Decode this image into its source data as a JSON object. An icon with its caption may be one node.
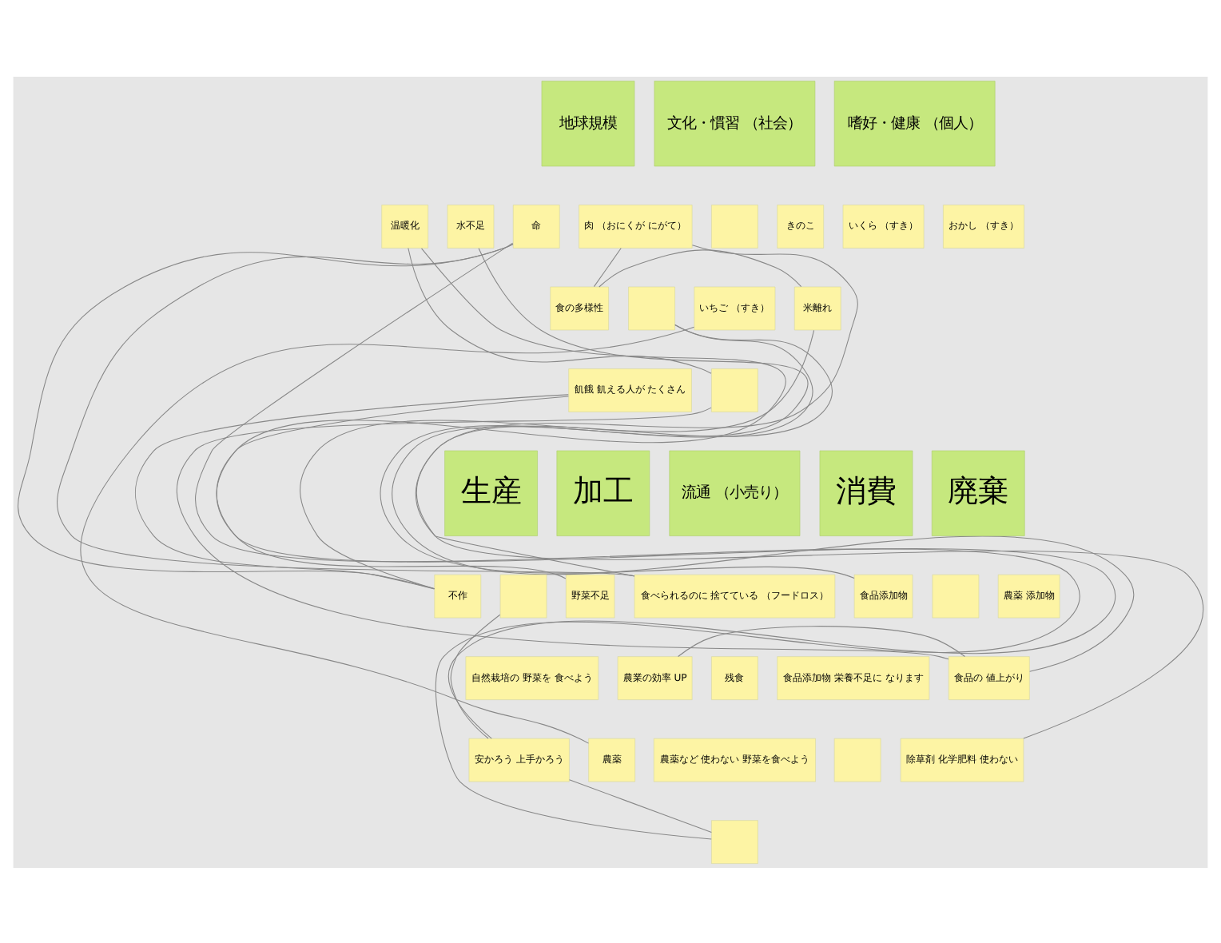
{
  "diagram": {
    "nodes": [
      {
        "text": [
          "地球規模"
        ]
      },
      {
        "text": [
          "文化・慣習 （社会）"
        ]
      },
      {
        "text": [
          "嗜好・健康 （個人）"
        ]
      },
      {
        "text": [
          "温暖化"
        ]
      },
      {
        "text": [
          "水不足"
        ]
      },
      {
        "text": [
          "命"
        ]
      },
      {
        "text": [
          "肉 （おにくが にがて）"
        ]
      },
      {
        "text": [],
        "shape": "box"
      },
      {
        "text": [
          "きのこ"
        ]
      },
      {
        "text": [
          "いくら （すき）"
        ]
      },
      {
        "text": [
          "おかし （すき）"
        ]
      },
      {
        "text": [
          "食の多様性"
        ]
      },
      {
        "text": [],
        "shape": "box"
      },
      {
        "text": [
          "いちご （すき）"
        ]
      },
      {
        "text": [
          "米離れ"
        ]
      },
      {
        "text": [
          "飢餓 飢える人が たくさん"
        ]
      },
      {
        "text": [],
        "shape": "box"
      },
      {
        "text": [
          "生産"
        ]
      },
      {
        "text": [
          "加工"
        ]
      },
      {
        "text": [
          "流通 （小売り）"
        ]
      },
      {
        "text": [
          "消費"
        ]
      },
      {
        "text": [
          "廃棄"
        ]
      },
      {
        "text": [
          "不作"
        ]
      },
      {
        "text": [],
        "shape": "box"
      },
      {
        "text": [
          "野菜不足"
        ]
      },
      {
        "text": [
          "食べられるのに 捨てている （フードロス）"
        ]
      },
      {
        "text": [
          "食品添加物"
        ]
      },
      {
        "text": [],
        "shape": "box"
      },
      {
        "text": [
          "農薬 添加物"
        ]
      },
      {
        "text": [
          "自然栽培の 野菜を 食べよう"
        ]
      },
      {
        "text": [
          "農業の効率 UP"
        ]
      },
      {
        "text": [
          "残食"
        ]
      },
      {
        "text": [
          "食品添加物 栄養不足に なります"
        ]
      },
      {
        "text": [
          "食品の 値上がり"
        ]
      },
      {
        "text": [
          "安かろう 上手かろう"
        ]
      },
      {
        "text": [
          "農薬"
        ]
      },
      {
        "text": [
          "農薬など 使わない 野菜を食べよう"
        ]
      },
      {
        "text": [],
        "shape": "box"
      },
      {
        "text": [
          "除草剤 化学肥料 使わない"
        ]
      },
      {
        "text": [],
        "shape": "box"
      }
    ],
    "edges": [
      {
        "from": 3,
        "to": 24,
        "arrow": "none"
      },
      {
        "from": 3,
        "to": 16,
        "arrow": "none"
      },
      {
        "from": 4,
        "to": 33,
        "arrow": "none"
      },
      {
        "from": 15,
        "to": 22,
        "arrow": "none"
      },
      {
        "from": 15,
        "to": 34,
        "arrow": "none"
      },
      {
        "from": 5,
        "to": 25,
        "arrow": "none"
      },
      {
        "from": 11,
        "to": 14,
        "arrow": "none"
      },
      {
        "from": 5,
        "to": 22,
        "arrow": "none"
      },
      {
        "from": 6,
        "to": 25,
        "arrow": "none"
      },
      {
        "from": 16,
        "to": 33,
        "arrow": "none"
      },
      {
        "from": 22,
        "to": 14,
        "arrow": "none"
      },
      {
        "from": 30,
        "to": 33,
        "arrow": "none"
      },
      {
        "from": 35,
        "to": 13,
        "arrow": "none"
      },
      {
        "from": 38,
        "to": 12,
        "arrow": "none"
      },
      {
        "from": 39,
        "to": 34,
        "arrow": "none"
      },
      {
        "from": 26,
        "to": 12,
        "arrow": "none"
      },
      {
        "from": 23,
        "to": 34,
        "arrow": "none"
      },
      {
        "from": 39,
        "to": 5,
        "arrow": "none"
      },
      {
        "from": 6,
        "to": 11,
        "arrow": "none"
      }
    ]
  }
}
